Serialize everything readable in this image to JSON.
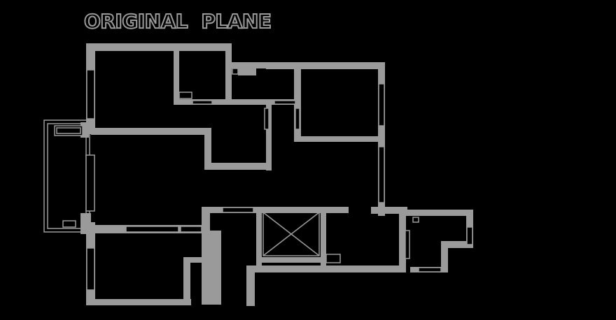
{
  "diagram": {
    "title": "ORIGINAL PLANE",
    "colors": {
      "background": "#000000",
      "wall": "#9a9a9a"
    },
    "features": [
      "floor-plan-walls",
      "windows",
      "elevator-shaft-cross",
      "balcony",
      "pipe-shafts"
    ]
  }
}
